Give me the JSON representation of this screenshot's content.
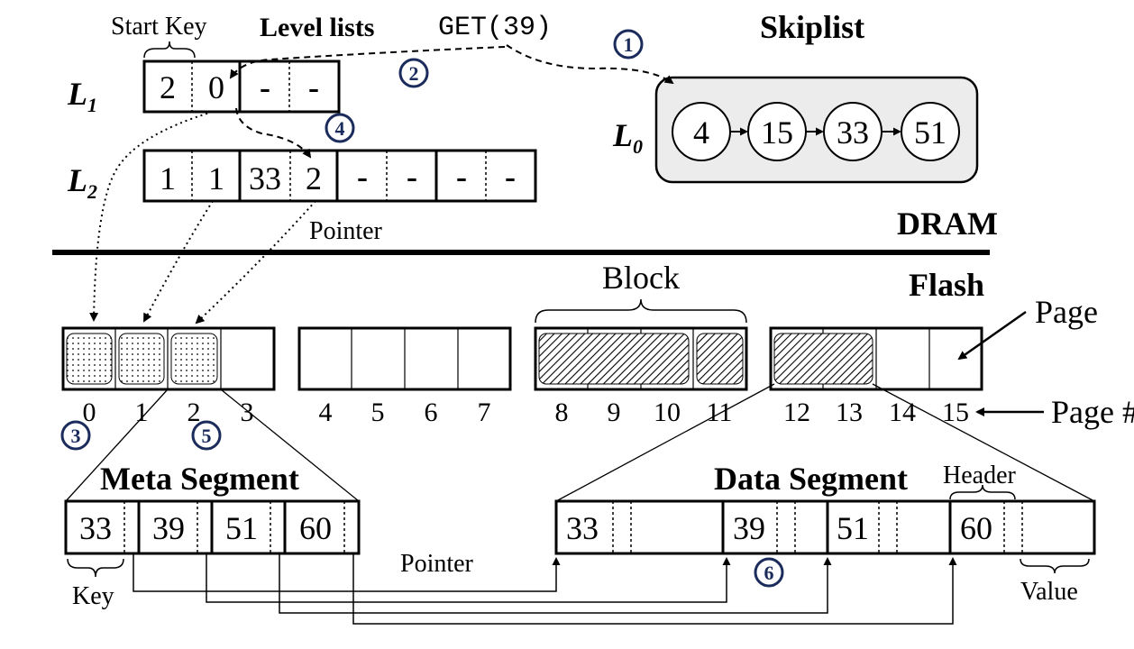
{
  "top": {
    "start_key_label": "Start Key",
    "level_lists_title": "Level lists",
    "get_call": "GET(39)",
    "skiplist_title": "Skiplist"
  },
  "levels": {
    "l1_label": "L",
    "l1_sub": "1",
    "l2_label": "L",
    "l2_sub": "2",
    "l0_label": "L",
    "l0_sub": "0",
    "l1_cells": [
      "2",
      "0",
      "-",
      "-"
    ],
    "l2_cells": [
      "1",
      "1",
      "33",
      "2",
      "-",
      "-",
      "-",
      "-"
    ],
    "skiplist_nodes": [
      "4",
      "15",
      "33",
      "51"
    ]
  },
  "steps": [
    "1",
    "2",
    "3",
    "4",
    "5",
    "6"
  ],
  "labels": {
    "pointer_top": "Pointer",
    "dram": "DRAM",
    "flash": "Flash",
    "block": "Block",
    "page": "Page",
    "page_num": "Page #",
    "meta_segment": "Meta Segment",
    "data_segment": "Data Segment",
    "header": "Header",
    "pointer_bottom": "Pointer",
    "key": "Key",
    "value": "Value"
  },
  "page_numbers": [
    "0",
    "1",
    "2",
    "3",
    "4",
    "5",
    "6",
    "7",
    "8",
    "9",
    "10",
    "11",
    "12",
    "13",
    "14",
    "15"
  ],
  "meta_keys": [
    "33",
    "39",
    "51",
    "60"
  ],
  "data_keys": [
    "33",
    "39",
    "51",
    "60"
  ]
}
